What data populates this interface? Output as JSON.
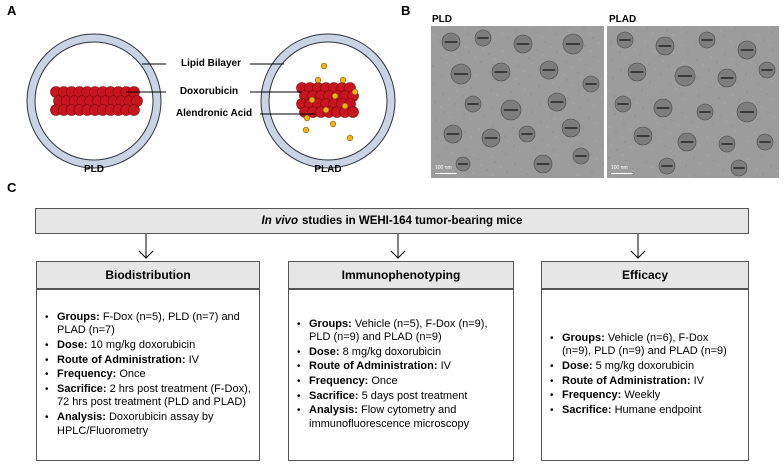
{
  "panels": {
    "a": "A",
    "b": "B",
    "c": "C"
  },
  "panel_a": {
    "lipid_bilayer": "Lipid Bilayer",
    "doxorubicin": "Doxorubicin",
    "alendronic_acid": "Alendronic Acid",
    "pld_label": "PLD",
    "plad_label": "PLAD"
  },
  "panel_b": {
    "pld_label": "PLD",
    "plad_label": "PLAD",
    "scale_left": "100 nm",
    "scale_right": "100 nm"
  },
  "panel_c": {
    "header_italic": "In vivo",
    "header_rest": "studies in WEHI-164 tumor-bearing mice",
    "columns": [
      {
        "title": "Biodistribution",
        "items": [
          {
            "key": "Groups:",
            "text": "F-Dox (n=5), PLD (n=7) and PLAD (n=7)"
          },
          {
            "key": "Dose:",
            "text": "10 mg/kg doxorubicin"
          },
          {
            "key": "Route of Administration:",
            "text": "IV"
          },
          {
            "key": "Frequency:",
            "text": "Once"
          },
          {
            "key": "Sacrifice:",
            "text": "2 hrs post treatment (F-Dox), 72 hrs post treatment (PLD and PLAD)"
          },
          {
            "key": "Analysis:",
            "text": "Doxorubicin assay by HPLC/Fluorometry"
          }
        ]
      },
      {
        "title": "Immunophenotyping",
        "items": [
          {
            "key": "Groups:",
            "text": "Vehicle (n=5), F-Dox (n=9), PLD (n=9) and PLAD (n=9)"
          },
          {
            "key": "Dose:",
            "text": "8 mg/kg doxorubicin"
          },
          {
            "key": "Route of Administration:",
            "text": "IV"
          },
          {
            "key": "Frequency:",
            "text": "Once"
          },
          {
            "key": "Sacrifice:",
            "text": "5 days post treatment"
          },
          {
            "key": "Analysis:",
            "text": "Flow cytometry and immunofluorescence microscopy"
          }
        ]
      },
      {
        "title": "Efficacy",
        "items": [
          {
            "key": "Groups:",
            "text": "Vehicle (n=6), F-Dox (n=9), PLD (n=9) and PLAD (n=9)"
          },
          {
            "key": "Dose:",
            "text": "5 mg/kg doxorubicin"
          },
          {
            "key": "Route of Administration:",
            "text": "IV"
          },
          {
            "key": "Frequency:",
            "text": "Weekly"
          },
          {
            "key": "Sacrifice:",
            "text": "Humane endpoint"
          }
        ]
      }
    ]
  },
  "colors": {
    "drug_red": "#c8141e",
    "alendronate_yellow": "#f2b21c",
    "membrane": "#c9d3e4",
    "box_fill": "#e6e6e6"
  }
}
